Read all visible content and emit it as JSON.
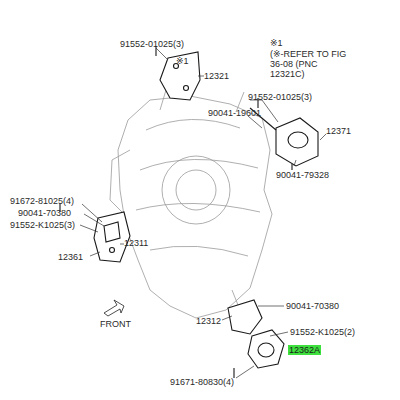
{
  "diagram": {
    "labels": [
      "※1",
      "(※-REFER TO FIG 36-08 (PNC 12321C)",
      "91552-01025(3)",
      "※1",
      "12321",
      "91552-01025(3)",
      "90041-19601",
      "12371",
      "90041-79328",
      "91672-81025(4)",
      "90041-70380",
      "91552-K1025(3)",
      "12311",
      "12361",
      "FRONT",
      "90041-70380",
      "12312",
      "91552-K1025(2)",
      "12362A",
      "91671-80830(4)"
    ]
  }
}
